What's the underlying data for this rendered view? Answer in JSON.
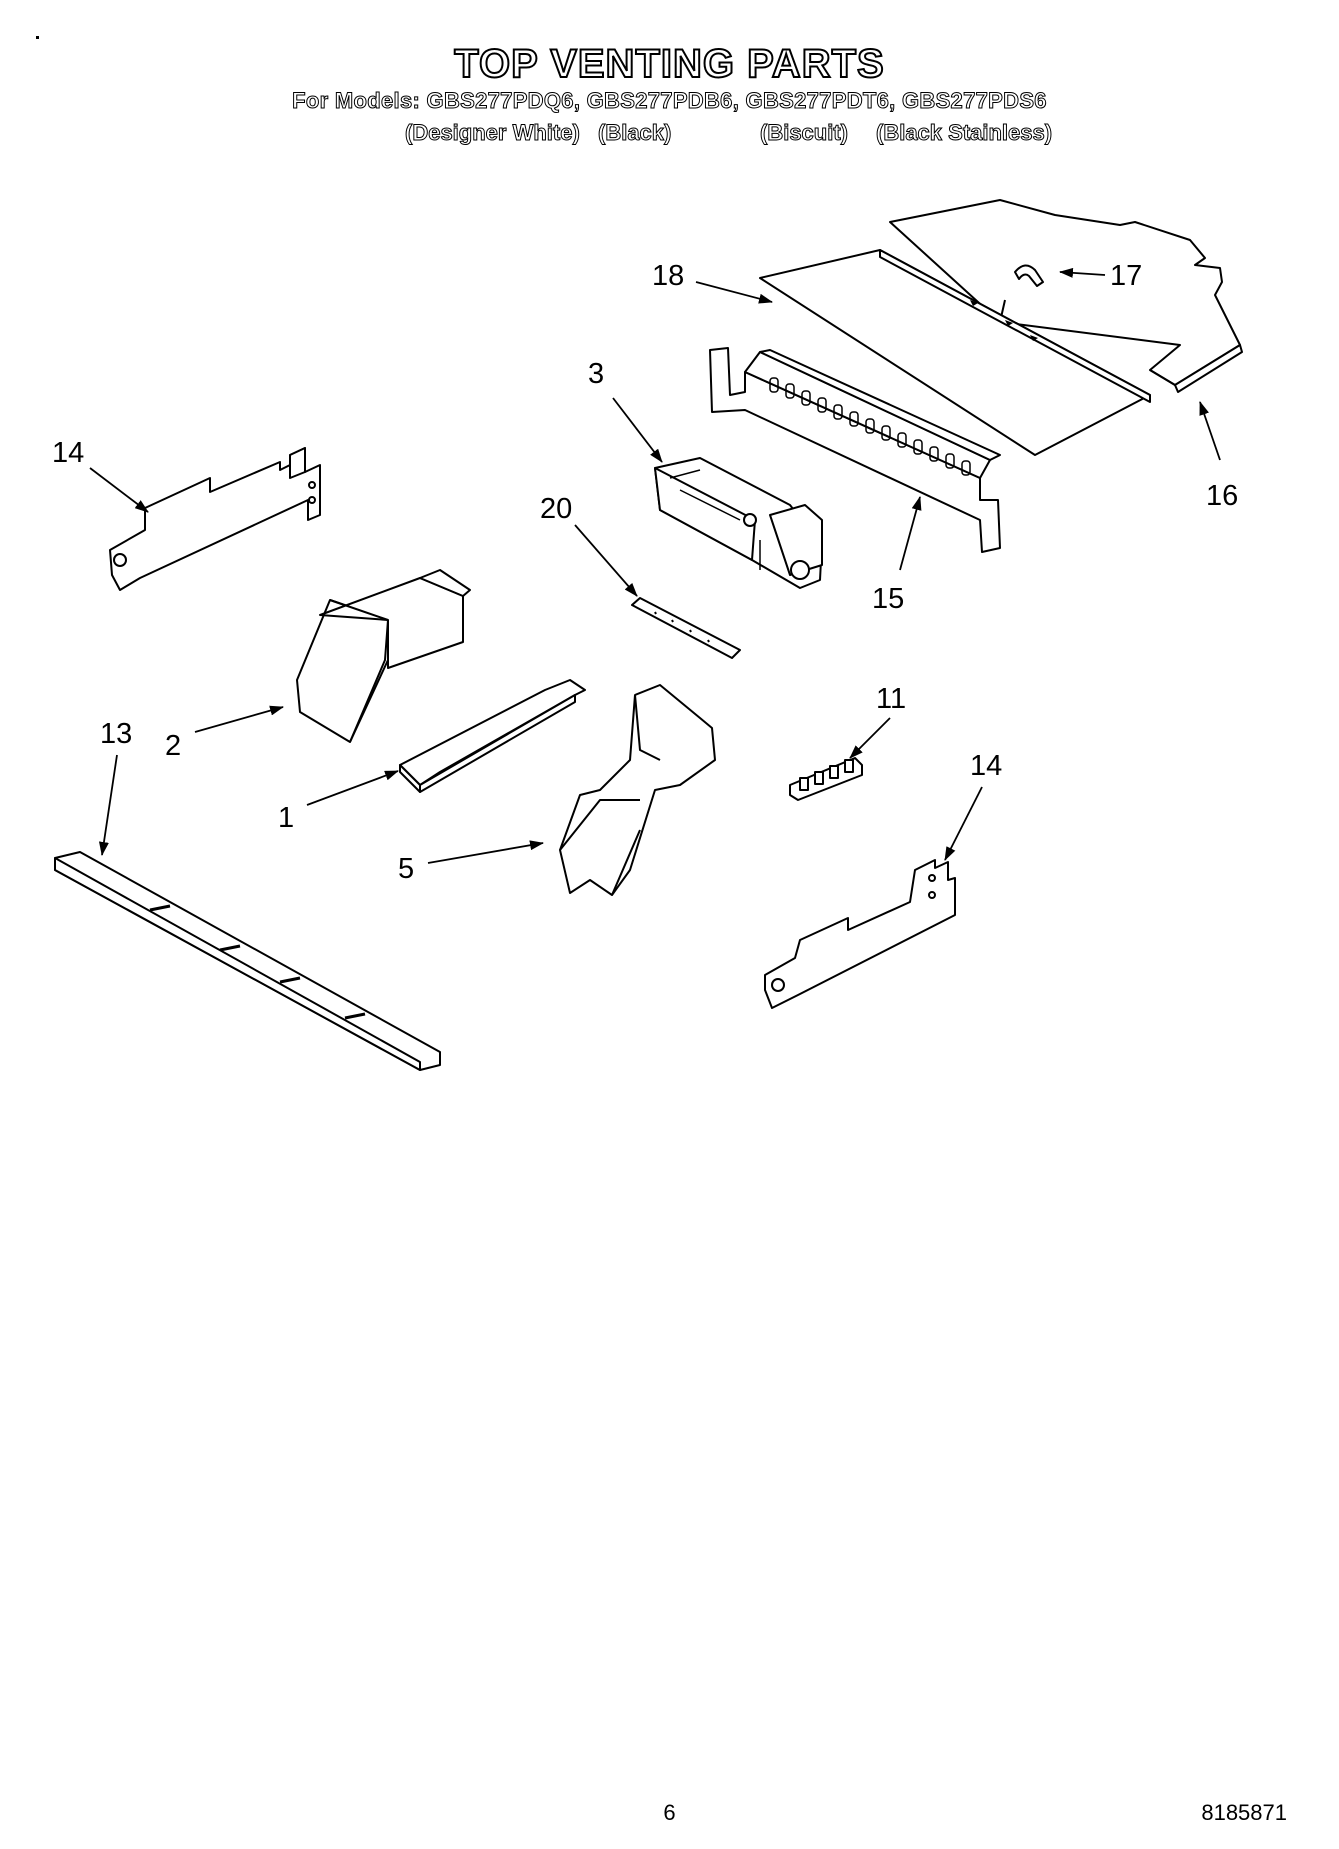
{
  "title": "TOP VENTING PARTS",
  "models_line": "For Models: GBS277PDQ6, GBS277PDB6, GBS277PDT6, GBS277PDS6",
  "colors": [
    "(Designer White)",
    "(Black)",
    "(Biscuit)",
    "(Black Stainless)"
  ],
  "callouts": [
    "18",
    "17",
    "3",
    "14",
    "20",
    "16",
    "15",
    "11",
    "13",
    "2",
    "14",
    "1",
    "5"
  ],
  "page_number": "6",
  "doc_number": "8185871"
}
